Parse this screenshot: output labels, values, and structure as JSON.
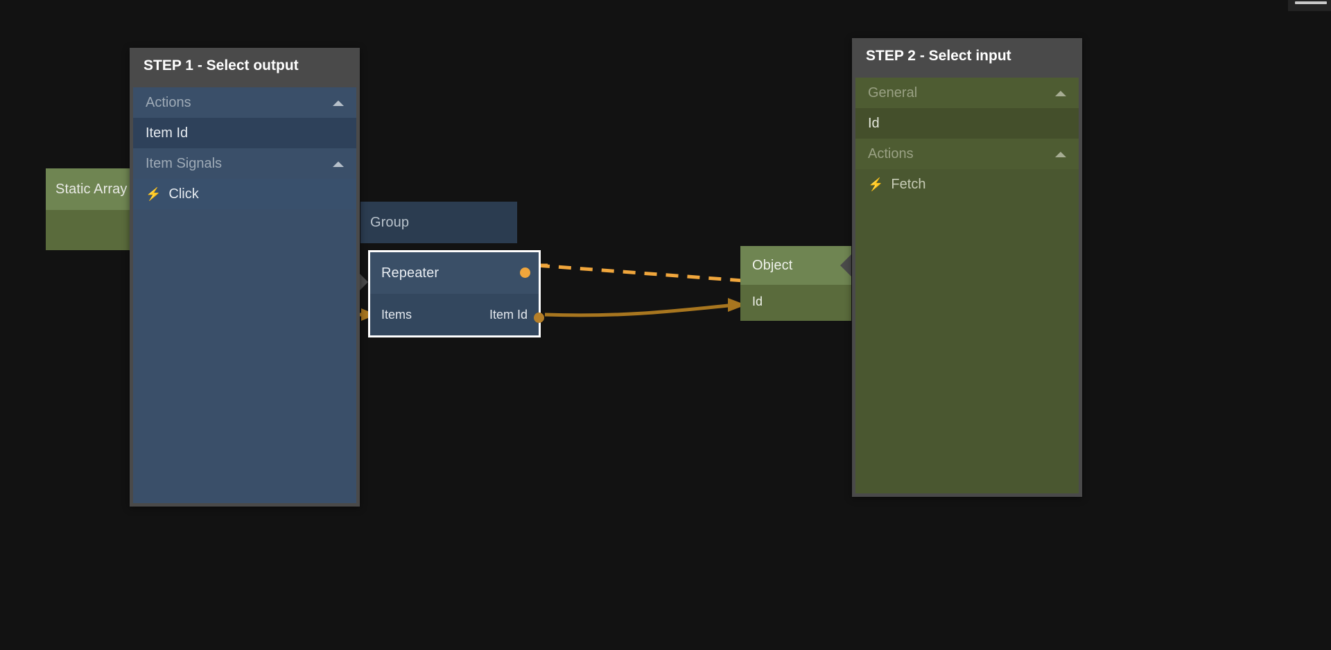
{
  "app": {
    "background_color": "#121212",
    "window_menu_icon": "hamburger-menu-icon"
  },
  "canvas": {
    "nodes": [
      {
        "id": "static-array",
        "title": "Static Array",
        "kind": "data",
        "color": "#6f8552"
      },
      {
        "id": "group",
        "title": "Group",
        "kind": "visual",
        "color": "#2b3c50"
      },
      {
        "id": "repeater",
        "title": "Repeater",
        "kind": "visual",
        "selected": true,
        "color": "#3a4f67",
        "input_port": "Items",
        "output_port": "Item Id"
      },
      {
        "id": "object",
        "title": "Object",
        "kind": "data",
        "color": "#6f8552",
        "input_port": "Id"
      }
    ],
    "connections": [
      {
        "id": "signal-edge",
        "from": "repeater.click",
        "to": "object.fetch",
        "style": "dashed",
        "color": "#f0a63c"
      },
      {
        "id": "value-edge",
        "from": "repeater.item-id",
        "to": "object.id",
        "style": "solid",
        "color": "#b57f29"
      }
    ]
  },
  "panels": {
    "step1": {
      "title": "STEP 1 - Select output",
      "accent": "#32455c",
      "rows": [
        {
          "label": "Actions",
          "type": "group",
          "expanded": true,
          "caret": "chevron-up-icon"
        },
        {
          "label": "Item Id",
          "type": "leaf"
        },
        {
          "label": "Item Signals",
          "type": "group",
          "expanded": true,
          "caret": "chevron-up-icon"
        },
        {
          "label": "Click",
          "type": "signal",
          "icon": "bolt-icon"
        }
      ]
    },
    "step2": {
      "title": "STEP 2 - Select input",
      "accent": "#4a5730",
      "rows": [
        {
          "label": "General",
          "type": "group",
          "expanded": true,
          "caret": "chevron-up-icon"
        },
        {
          "label": "Id",
          "type": "leaf"
        },
        {
          "label": "Actions",
          "type": "group",
          "expanded": true,
          "caret": "chevron-up-icon"
        },
        {
          "label": "Fetch",
          "type": "signal",
          "icon": "bolt-icon"
        }
      ]
    }
  }
}
